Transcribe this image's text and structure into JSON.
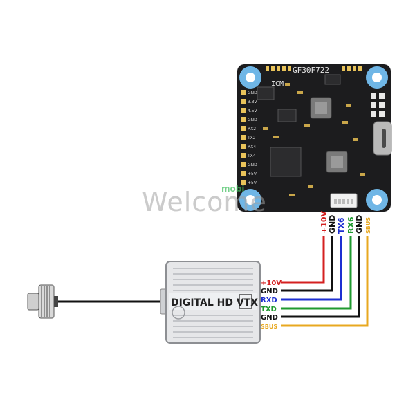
{
  "fc": {
    "model": "GF30F722",
    "chip": "ICM",
    "left_pins": [
      "GND",
      "3.3V",
      "4.5V",
      "GND",
      "RX2",
      "TX2",
      "RX4",
      "TX4",
      "GND",
      "+5V",
      "+5V"
    ]
  },
  "connector_labels": [
    {
      "label": "+10V",
      "color": "#d42020"
    },
    {
      "label": "GND",
      "color": "#111111"
    },
    {
      "label": "TX6",
      "color": "#1d2fd1"
    },
    {
      "label": "RX6",
      "color": "#1f9a2f"
    },
    {
      "label": "GND",
      "color": "#111111"
    },
    {
      "label": "SBUS",
      "color": "#e8a820"
    }
  ],
  "vtx": {
    "title": "DIGITAL HD VTX",
    "pins": [
      {
        "label": "+10V",
        "color": "#d42020"
      },
      {
        "label": "GND",
        "color": "#111111"
      },
      {
        "label": "RXD",
        "color": "#1d2fd1"
      },
      {
        "label": "TXD",
        "color": "#1f9a2f"
      },
      {
        "label": "GND",
        "color": "#111111"
      },
      {
        "label": "SBUS",
        "color": "#e8a820"
      }
    ]
  },
  "watermark": {
    "text": "Welcome",
    "badge": "mobi"
  }
}
